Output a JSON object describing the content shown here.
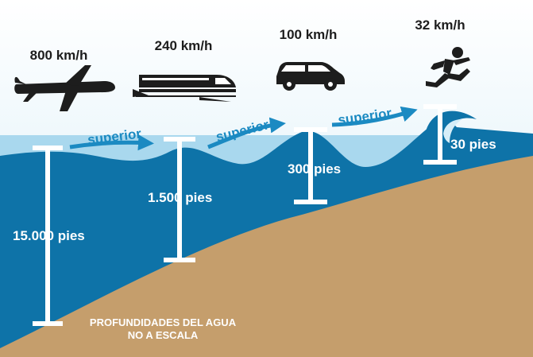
{
  "speeds": {
    "plane": "800 km/h",
    "train": "240 km/h",
    "car": "100 km/h",
    "runner": "32 km/h"
  },
  "depths": {
    "d1": "15.000 pies",
    "d2": "1.500 pies",
    "d3": "300 pies",
    "d4": "30 pies"
  },
  "arrows": {
    "a1": "superior",
    "a2": "superior",
    "a3": "superior"
  },
  "note": {
    "line1": "PROFUNDIDADES DEL AGUA",
    "line2": "NO A ESCALA"
  },
  "icons": [
    "airplane-icon",
    "train-icon",
    "car-icon",
    "runner-icon"
  ],
  "colors": {
    "sky": "#d6eef8",
    "shallow_water": "#a9d8ee",
    "deep_water": "#0e73a8",
    "seabed": "#c59e6c",
    "arrow": "#1b8ac2",
    "icon": "#1d1d1d",
    "marker": "#ffffff"
  }
}
